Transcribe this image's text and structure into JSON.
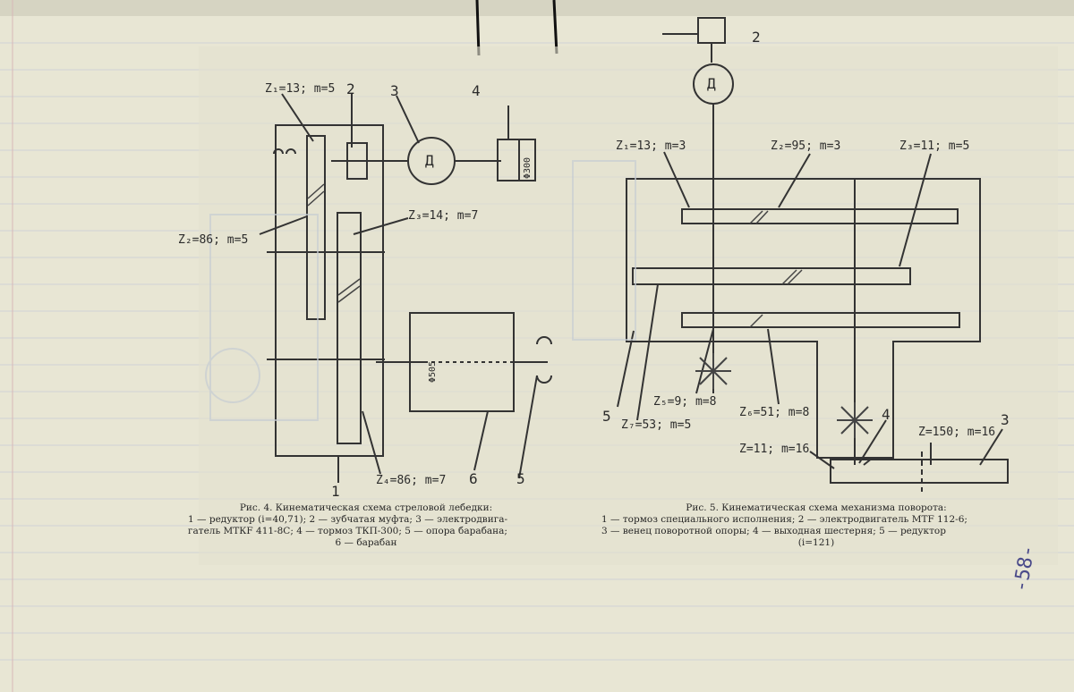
{
  "fig4": {
    "labels": {
      "z1": "Z₁=13; m=5",
      "n2": "2",
      "n3": "3",
      "n4": "4",
      "motor": "Д",
      "brake_dia": "Φ300",
      "z3": "Z₃=14; m=7",
      "z2": "Z₂=86; m=5",
      "drum_dia": "Φ505",
      "n1": "1",
      "z4": "Z₄=86; m=7",
      "n6": "6",
      "n5": "5"
    },
    "caption": {
      "title": "Рис. 4. Кинематическая схема стреловой лебедки:",
      "line1": "1 — редуктор (i=40,71); 2 — зубчатая муфта; 3 — электродвига-",
      "line2": "гатель МТКF 411-8С; 4 — тормоз ТКП-300; 5 — опора барабана;",
      "line3": "6 — барабан"
    }
  },
  "fig5": {
    "labels": {
      "n2": "2",
      "motor": "Д",
      "z1": "Z₁=13; m=3",
      "z2": "Z₂=95; m=3",
      "z3": "Z₃=11; m=5",
      "z5": "Z₅=9; m=8",
      "z6": "Z₆=51; m=8",
      "n5": "5",
      "z7": "Z₇=53; m=5",
      "n4": "4",
      "n3": "3",
      "z_out": "Z=11; m=16",
      "z_ring": "Z=150; m=16"
    },
    "caption": {
      "title": "Рис. 5. Кинематическая схема механизма поворота:",
      "line1": "1 — тормоз специального исполнения; 2 — электродвигатель МТF 112-6;",
      "line2": "3 — венец поворотной опоры; 4 — выходная шестерня; 5 — редуктор",
      "line3": "(i=121)"
    }
  },
  "page_number": "-58-"
}
